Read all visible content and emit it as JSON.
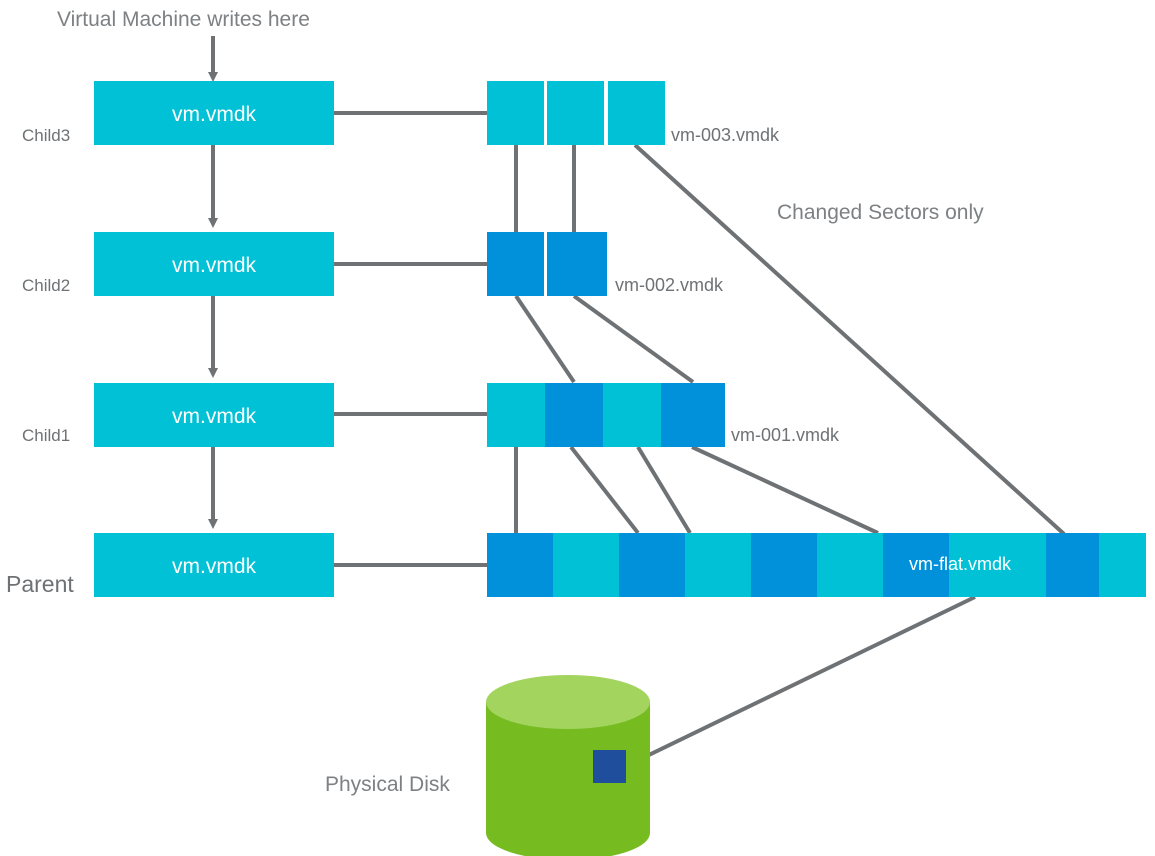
{
  "diagram": {
    "title_note": "Virtual Machine writes here",
    "changed_note": "Changed Sectors only",
    "physical_disk_label": "Physical Disk",
    "colors": {
      "cyan": "#00C1D5",
      "blue": "#0091DA",
      "line": "#6E7275",
      "text_gray": "#6E7275",
      "disk_body": "#76BC21",
      "disk_top": "#A2D45E",
      "disk_sector": "#1F4E9C",
      "background": "#FFFFFF"
    }
  },
  "rows": [
    {
      "id": "child3",
      "side_label": "Child3",
      "box_label": "vm.vmdk",
      "file_label": "vm-003.vmdk",
      "sectors": [
        "cyan",
        "cyan",
        "cyan"
      ]
    },
    {
      "id": "child2",
      "side_label": "Child2",
      "box_label": "vm.vmdk",
      "file_label": "vm-002.vmdk",
      "sectors": [
        "blue",
        "blue"
      ]
    },
    {
      "id": "child1",
      "side_label": "Child1",
      "box_label": "vm.vmdk",
      "file_label": "vm-001.vmdk",
      "sectors": [
        "cyan",
        "blue",
        "cyan",
        "blue"
      ]
    },
    {
      "id": "parent",
      "side_label": "Parent",
      "box_label": "vm.vmdk",
      "file_label": "vm-flat.vmdk",
      "sectors": [
        "blue",
        "cyan",
        "blue",
        "cyan",
        "blue",
        "cyan",
        "blue",
        "cyan",
        "blue",
        "cyan"
      ]
    }
  ]
}
